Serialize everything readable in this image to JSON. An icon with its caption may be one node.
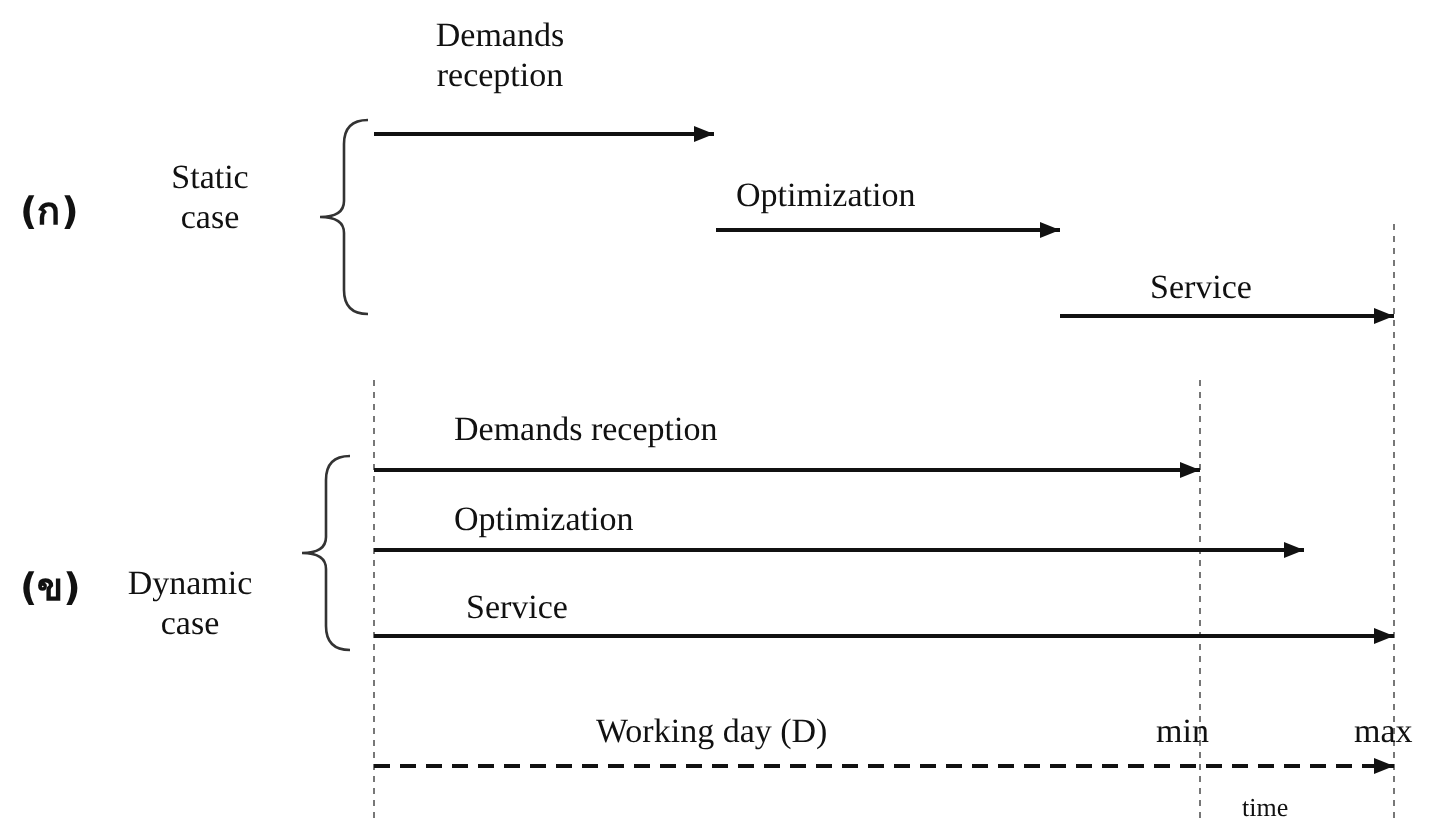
{
  "diagram": {
    "labels": [
      "Demands reception",
      "(ก)",
      "Static case",
      "Optimization",
      "Service",
      "Demands reception",
      "Optimization",
      "(ข)",
      "Dynamic case",
      "Service",
      "Working day (D)",
      "min",
      "max",
      "time"
    ]
  }
}
